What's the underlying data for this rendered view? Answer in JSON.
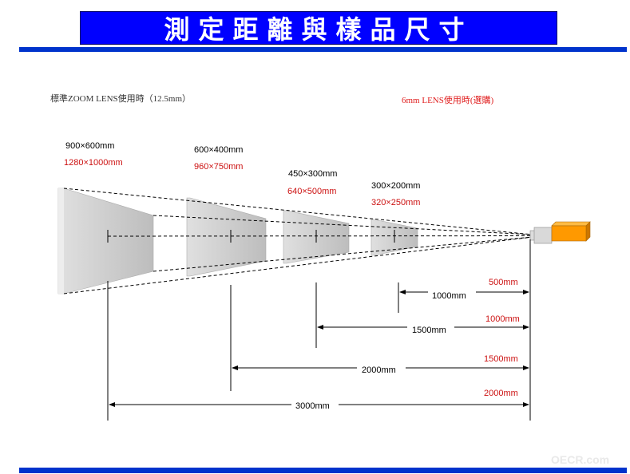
{
  "title": "測定距離與樣品尺寸",
  "notes": {
    "zoom_lens": "標準ZOOM LENS使用時（12.5mm）",
    "six_mm_lens": "6mm LENS使用時(選購)"
  },
  "field_sizes": [
    {
      "zoom": "900×600mm",
      "six_mm": "1280×1000mm"
    },
    {
      "zoom": "600×400mm",
      "six_mm": "960×750mm"
    },
    {
      "zoom": "450×300mm",
      "six_mm": "640×500mm"
    },
    {
      "zoom": "300×200mm",
      "six_mm": "320×250mm"
    }
  ],
  "distances": [
    {
      "zoom": "1000mm",
      "six_mm": "500mm"
    },
    {
      "zoom": "1500mm",
      "six_mm": "1000mm"
    },
    {
      "zoom": "2000mm",
      "six_mm": "1500mm"
    },
    {
      "zoom": "3000mm",
      "six_mm": "2000mm"
    }
  ],
  "watermark": "OECR.com",
  "colors": {
    "title_bg": "#0000ff",
    "rule": "#0033cc",
    "six_mm_text": "#cc1111",
    "camera_body": "#ff9900",
    "panel": "#c8c8c8"
  }
}
